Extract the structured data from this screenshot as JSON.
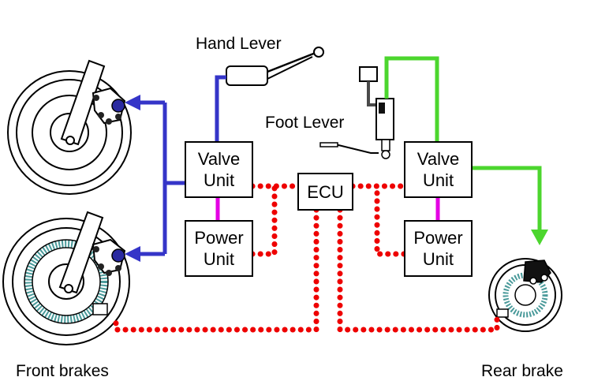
{
  "labels": {
    "hand_lever": "Hand Lever",
    "foot_lever": "Foot Lever",
    "front_brakes": "Front brakes",
    "rear_brake": "Rear brake"
  },
  "units": {
    "front_valve": {
      "line1": "Valve",
      "line2": "Unit"
    },
    "front_power": {
      "line1": "Power",
      "line2": "Unit"
    },
    "rear_valve": {
      "line1": "Valve",
      "line2": "Unit"
    },
    "rear_power": {
      "line1": "Power",
      "line2": "Unit"
    },
    "ecu": "ECU"
  },
  "colors": {
    "front_hydraulic": "#3535c8",
    "rear_hydraulic": "#4cd62e",
    "valve_power_link": "#e400e4",
    "electrical": "#ee0000",
    "outline": "#000000"
  }
}
